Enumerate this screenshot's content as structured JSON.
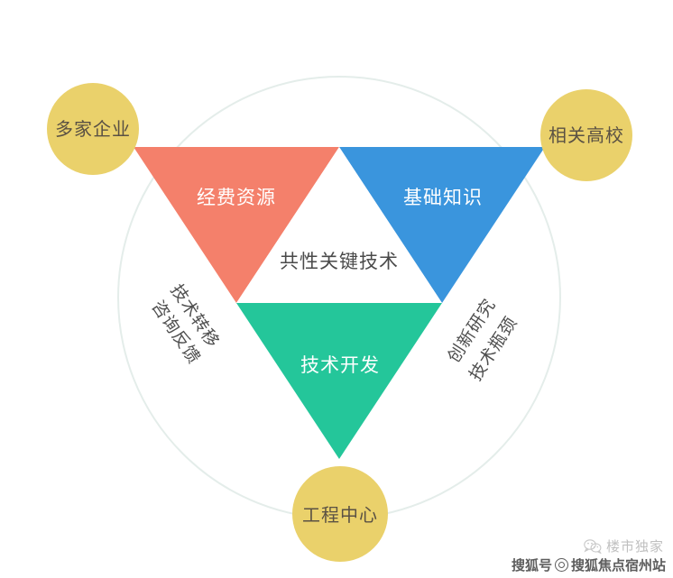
{
  "diagram": {
    "type": "triangle-partnership-diagram",
    "center": {
      "label": "共性关键技术"
    },
    "segments": [
      {
        "id": "funding",
        "label": "经费资源",
        "color": "#F4806B",
        "position": "top-left"
      },
      {
        "id": "knowledge",
        "label": "基础知识",
        "color": "#3A95DD",
        "position": "top-right"
      },
      {
        "id": "developing",
        "label": "技术开发",
        "color": "#24C69A",
        "position": "bottom"
      }
    ],
    "nodes": [
      {
        "id": "enterprises",
        "label": "多家企业",
        "color": "#EAD16B",
        "position": "left"
      },
      {
        "id": "universities",
        "label": "相关高校",
        "color": "#EAD16B",
        "position": "right"
      },
      {
        "id": "engineering",
        "label": "工程中心",
        "color": "#EAD16B",
        "position": "bottom"
      }
    ],
    "side_labels": [
      {
        "id": "left-upper",
        "label": "技术转移"
      },
      {
        "id": "left-lower",
        "label": "咨询反馈"
      },
      {
        "id": "right-upper",
        "label": "创新研究"
      },
      {
        "id": "right-lower",
        "label": "技术瓶颈"
      }
    ],
    "outer_circle_color": "#E4EDEA"
  },
  "watermark": {
    "brand": "楼市独家",
    "account": "搜狐号",
    "site": "搜狐焦点宿州站"
  }
}
